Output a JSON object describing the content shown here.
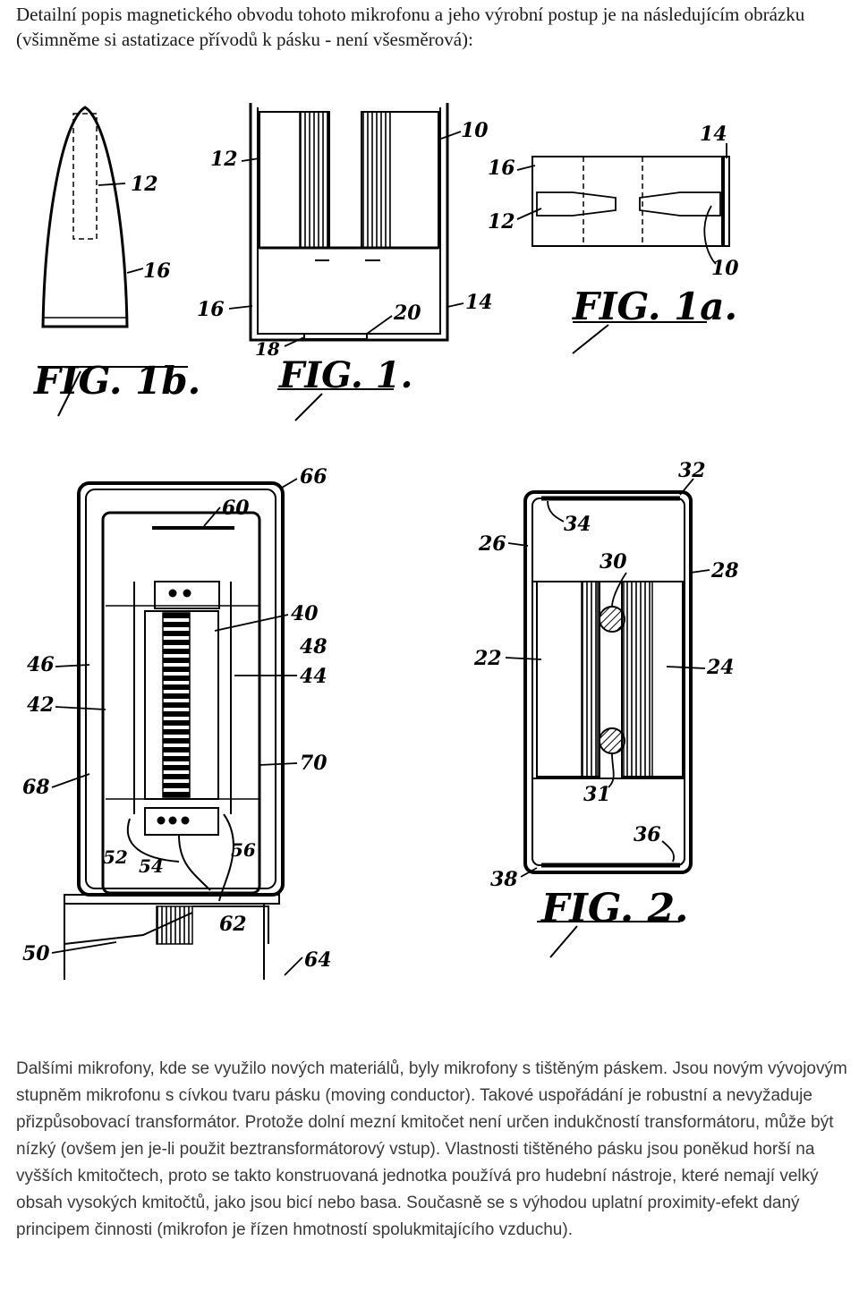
{
  "intro_text": "Detailní popis magnetického obvodu tohoto mikrofonu a jeho výrobní postup je na následujícím obrázku (všimněme si astatizace přívodů k pásku - není všesměrová):",
  "figures": {
    "fig1": {
      "caption": "FIG. 1.",
      "labels": {
        "l10": "10",
        "l12": "12",
        "l14": "14",
        "l16": "16",
        "l18": "18",
        "l20": "20"
      }
    },
    "fig1a": {
      "caption": "FIG. 1a.",
      "labels": {
        "l10": "10",
        "l12": "12",
        "l14": "14",
        "l16": "16"
      }
    },
    "fig1b": {
      "caption": "FIG. 1b.",
      "labels": {
        "l12": "12",
        "l16": "16"
      }
    },
    "fig3": {
      "labels": {
        "l40": "40",
        "l42": "42",
        "l44": "44",
        "l46": "46",
        "l48": "48",
        "l50": "50",
        "l52": "52",
        "l54": "54",
        "l56": "56",
        "l60": "60",
        "l62": "62",
        "l64": "64",
        "l66": "66",
        "l68": "68",
        "l70": "70"
      }
    },
    "fig2": {
      "caption": "FIG. 2.",
      "labels": {
        "l22": "22",
        "l24": "24",
        "l26": "26",
        "l28": "28",
        "l30": "30",
        "l31": "31",
        "l32": "32",
        "l34": "34",
        "l36": "36",
        "l38": "38"
      }
    }
  },
  "body_text": "Dalšími mikrofony, kde se využilo nových materiálů, byly mikrofony s tištěným páskem. Jsou novým vývojovým stupněm mikrofonu s cívkou tvaru pásku (moving conductor). Takové uspořádání je robustní a nevyžaduje přizpůsobovací transformátor. Protože dolní mezní kmitočet není určen indukčností transformátoru, může být nízký (ovšem jen je-li použit beztransformátorový vstup). Vlastnosti tištěného pásku jsou poněkud horší na vyšších kmitočtech, proto se takto konstruovaná jednotka používá pro hudební nástroje, které nemají velký obsah vysokých kmitočtů, jako jsou bicí nebo basa. Současně se s výhodou uplatní proximity-efekt daný principem činnosti (mikrofon je řízen hmotností spolukmitajícího vzduchu)."
}
